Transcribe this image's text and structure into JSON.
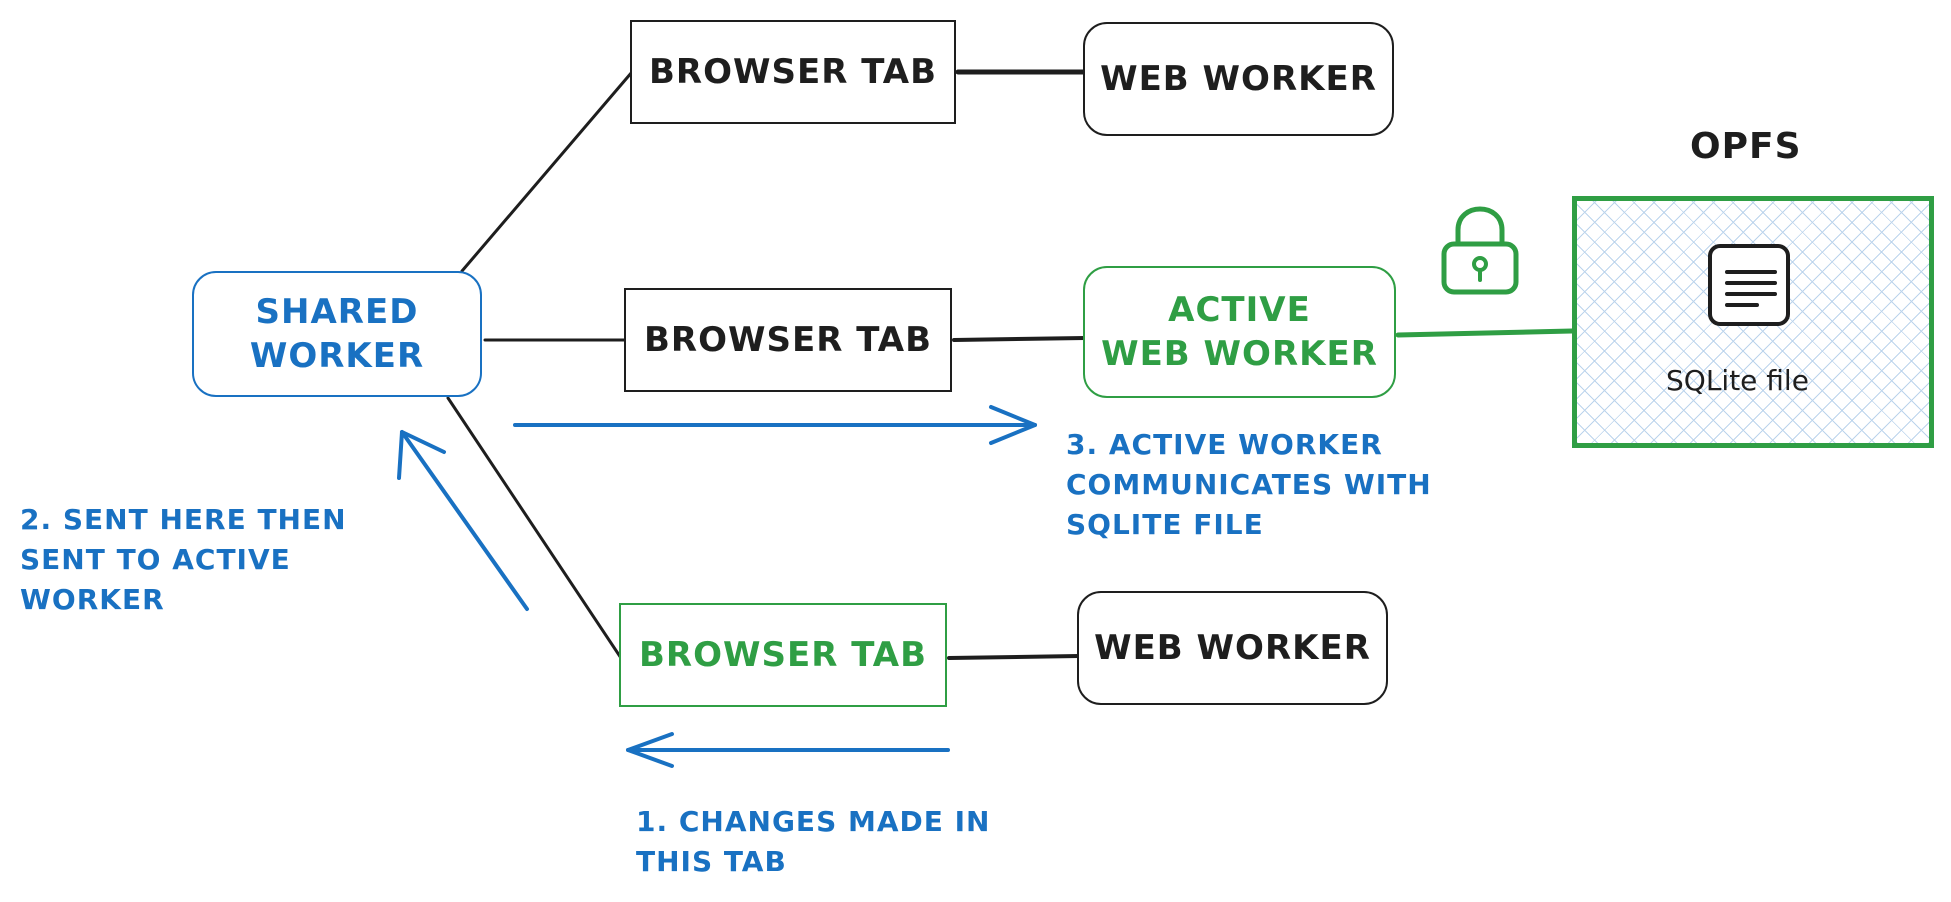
{
  "shared_worker": {
    "label_line1": "SHARED",
    "label_line2": "WORKER"
  },
  "tabs": [
    {
      "label": "BROWSER TAB"
    },
    {
      "label": "BROWSER TAB"
    },
    {
      "label": "BROWSER TAB"
    }
  ],
  "workers": [
    {
      "label": "WEB WORKER"
    },
    {
      "label_line1": "ACTIVE",
      "label_line2": "WEB WORKER"
    },
    {
      "label": "WEB WORKER"
    }
  ],
  "opfs": {
    "title": "OPFS",
    "file_label": "SQLite file",
    "file_icon": "document-icon",
    "lock_icon": "lock-icon"
  },
  "notes": {
    "step1": [
      "1. CHANGES MADE IN",
      "THIS TAB"
    ],
    "step2": [
      "2. SENT HERE THEN",
      "SENT TO ACTIVE",
      "WORKER"
    ],
    "step3": [
      "3. ACTIVE WORKER",
      "COMMUNICATES WITH",
      "SQLITE FILE"
    ]
  },
  "colors": {
    "ink": "#1e1e1e",
    "active_green": "#2f9e44",
    "flow_blue": "#1971c2"
  }
}
